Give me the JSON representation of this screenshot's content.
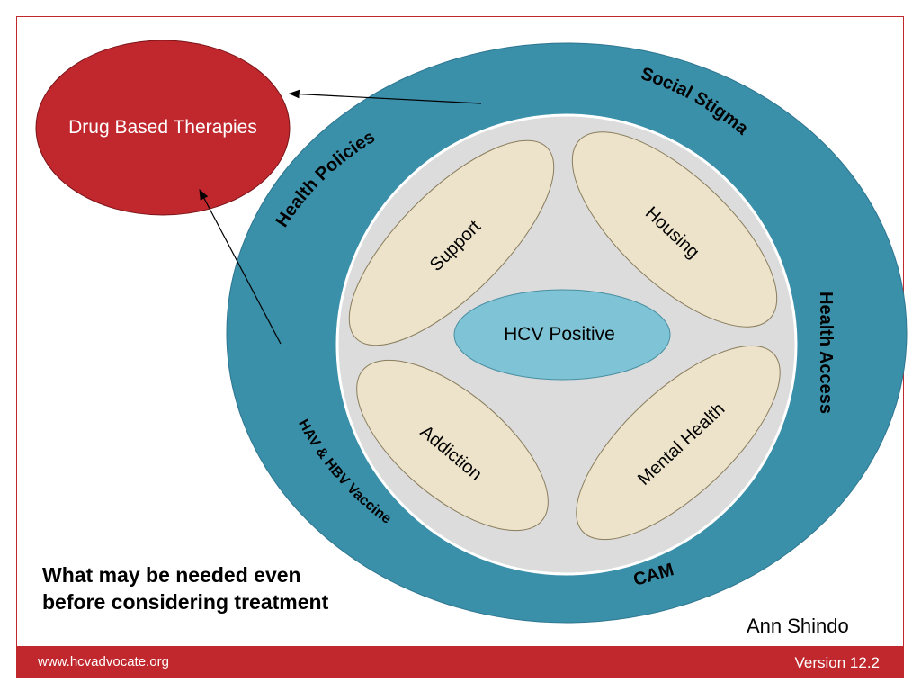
{
  "diagram": {
    "center": "HCV Positive",
    "inner_ring": [
      "Support",
      "Housing",
      "Addiction",
      "Mental Health"
    ],
    "outer_ring": [
      "Social Stigma",
      "Health Policies",
      "Health Access",
      "HAV & HBV Vaccine",
      "CAM"
    ],
    "external": "Drug Based Therapies"
  },
  "caption": "What may be needed even before considering treatment",
  "author": "Ann Shindo",
  "footer": {
    "url": "www.hcvadvocate.org",
    "version": "Version 12.2"
  },
  "colors": {
    "outer_ring": "#3a8fa9",
    "inner_circle": "#dcdcdc",
    "petal": "#ece3ca",
    "center": "#7fc4d6",
    "drug_based": "#c0282d",
    "accent": "#c0282d"
  }
}
